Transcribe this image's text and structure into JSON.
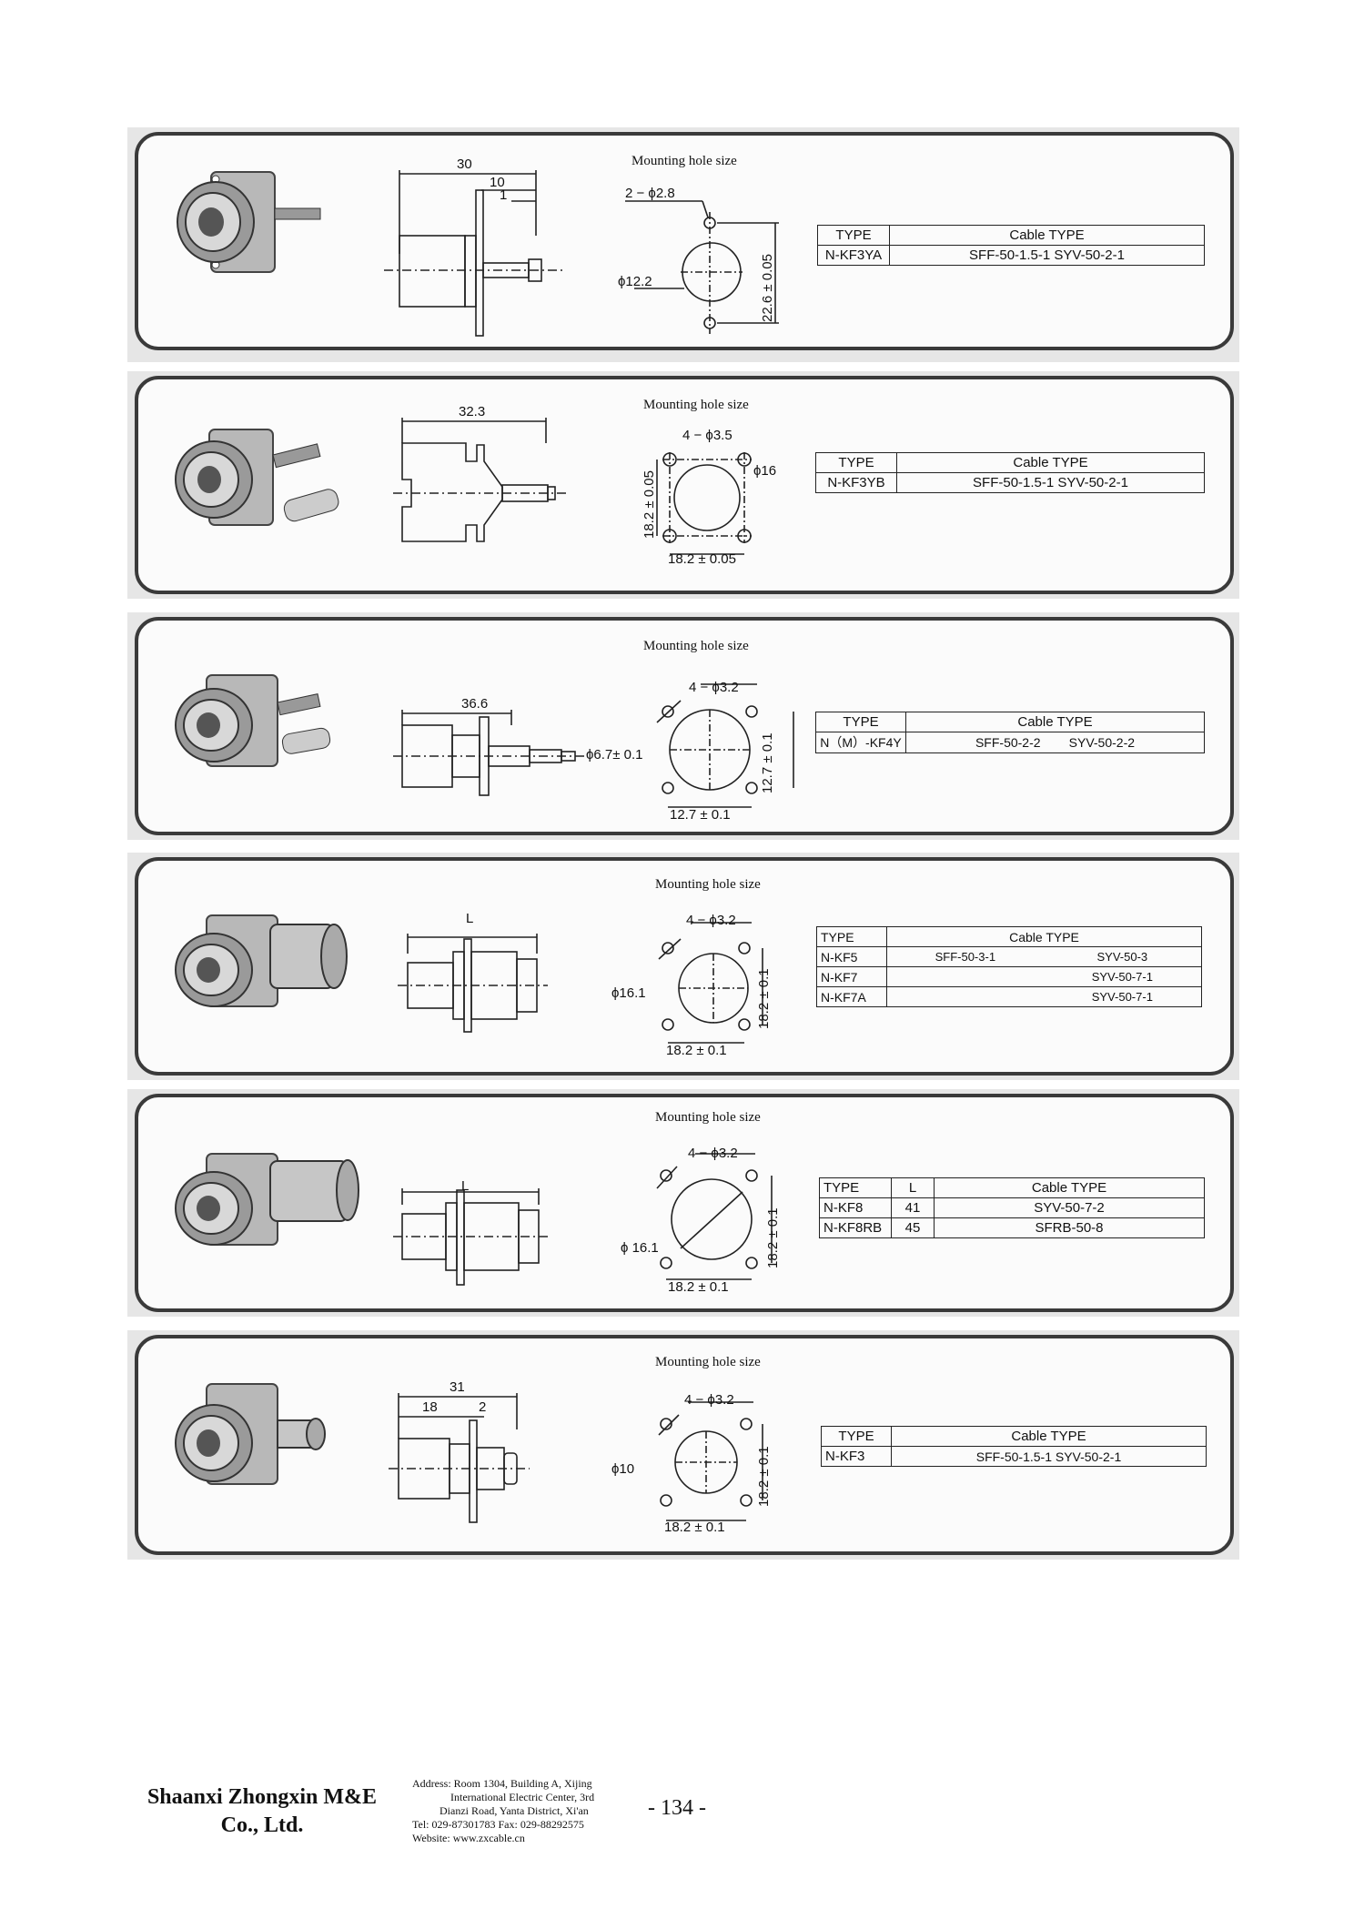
{
  "mount_label": "Mounting hole size",
  "panels": [
    {
      "dims": {
        "a": "30",
        "b": "10",
        "c": "1"
      },
      "hole": {
        "count": "2 − ϕ2.8",
        "dia": "ϕ12.2",
        "spacing": "22.6 ± 0.05"
      },
      "table": {
        "h_type": "TYPE",
        "h_cable": "Cable TYPE",
        "rows": [
          {
            "type": "N-KF3YA",
            "cable": "SFF-50-1.5-1  SYV-50-2-1"
          }
        ]
      }
    },
    {
      "dims": {
        "a": "32.3"
      },
      "hole": {
        "count": "4 − ϕ3.5",
        "dia": "ϕ16",
        "spacing_v": "18.2 ± 0.05",
        "spacing_h": "18.2 ± 0.05"
      },
      "table": {
        "h_type": "TYPE",
        "h_cable": "Cable TYPE",
        "rows": [
          {
            "type": "N-KF3YB",
            "cable": "SFF-50-1.5-1  SYV-50-2-1"
          }
        ]
      }
    },
    {
      "dims": {
        "a": "36.6"
      },
      "hole": {
        "count": "4 − ϕ3.2",
        "dia": "ϕ6.7± 0.1",
        "spacing_v": "12.7 ± 0.1",
        "spacing_h": "12.7 ± 0.1"
      },
      "table": {
        "h_type": "TYPE",
        "h_cable": "Cable TYPE",
        "rows": [
          {
            "type": "N（M）-KF4Y",
            "cable": "SFF-50-2-2        SYV-50-2-2"
          }
        ]
      }
    },
    {
      "dims": {
        "a": "L"
      },
      "hole": {
        "count": "4 − ϕ3.2",
        "dia": "ϕ16.1",
        "spacing_v": "18.2 ± 0.1",
        "spacing_h": "18.2 ± 0.1"
      },
      "table": {
        "h_type": "TYPE",
        "h_cable": "Cable TYPE",
        "rows": [
          {
            "type": "N-KF5",
            "cable1": "SFF-50-3-1",
            "cable2": "SYV-50-3"
          },
          {
            "type": "N-KF7",
            "cable1": "",
            "cable2": "SYV-50-7-1"
          },
          {
            "type": "N-KF7A",
            "cable1": "",
            "cable2": "SYV-50-7-1"
          }
        ]
      }
    },
    {
      "dims": {
        "a": "L"
      },
      "hole": {
        "count": "4 − ϕ3.2",
        "dia": "ϕ 16.1",
        "spacing_v": "18.2 ± 0.1",
        "spacing_h": "18.2 ± 0.1"
      },
      "table": {
        "h_type": "TYPE",
        "h_l": "L",
        "h_cable": "Cable TYPE",
        "rows": [
          {
            "type": "N-KF8",
            "l": "41",
            "cable": "SYV-50-7-2"
          },
          {
            "type": "N-KF8RB",
            "l": "45",
            "cable": "SFRB-50-8"
          }
        ]
      }
    },
    {
      "dims": {
        "a": "31",
        "b": "18",
        "c": "2"
      },
      "hole": {
        "count": "4 − ϕ3.2",
        "dia": "ϕ10",
        "spacing_v": "18.2 ± 0.1",
        "spacing_h": "18.2 ± 0.1"
      },
      "table": {
        "h_type": "TYPE",
        "h_cable": "Cable TYPE",
        "rows": [
          {
            "type": "N-KF3",
            "cable": "SFF-50-1.5-1  SYV-50-2-1"
          }
        ]
      }
    }
  ],
  "footer": {
    "company_line1": "Shaanxi Zhongxin M&E",
    "company_line2": "Co., Ltd.",
    "addr1": "Address: Room 1304, Building A, Xijing",
    "addr2": "International Electric Center, 3rd",
    "addr3": "Dianzi Road, Yanta District, Xi'an",
    "tel": "Tel: 029-87301783   Fax: 029-88292575",
    "web": "Website: www.zxcable.cn",
    "page": "- 134 -"
  }
}
